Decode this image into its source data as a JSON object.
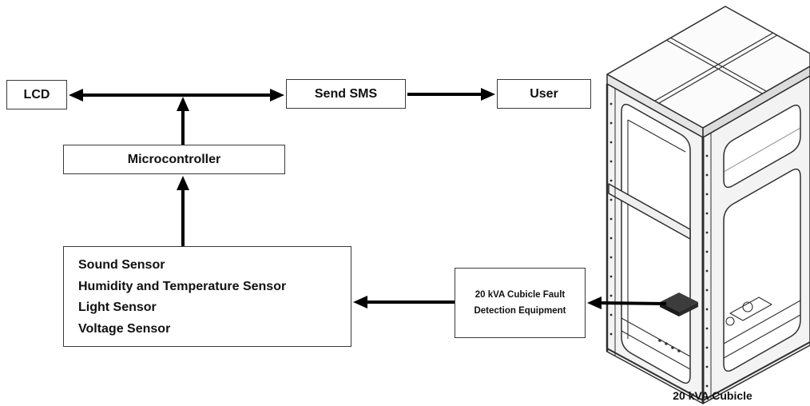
{
  "diagram": {
    "lcd_label": "LCD",
    "send_sms_label": "Send SMS",
    "user_label": "User",
    "microcontroller_label": "Microcontroller",
    "sensors": [
      "Sound Sensor",
      "Humidity and Temperature Sensor",
      "Light Sensor",
      "Voltage Sensor"
    ],
    "fault_equipment_lines": [
      "20 kVA Cubicle Fault",
      "Detection Equipment"
    ]
  },
  "cubicle_label": "20 kVA Cubicle",
  "colors": {
    "arrow": "#000000",
    "box_border": "#3a3a3a",
    "device": "#2a2a2a"
  }
}
